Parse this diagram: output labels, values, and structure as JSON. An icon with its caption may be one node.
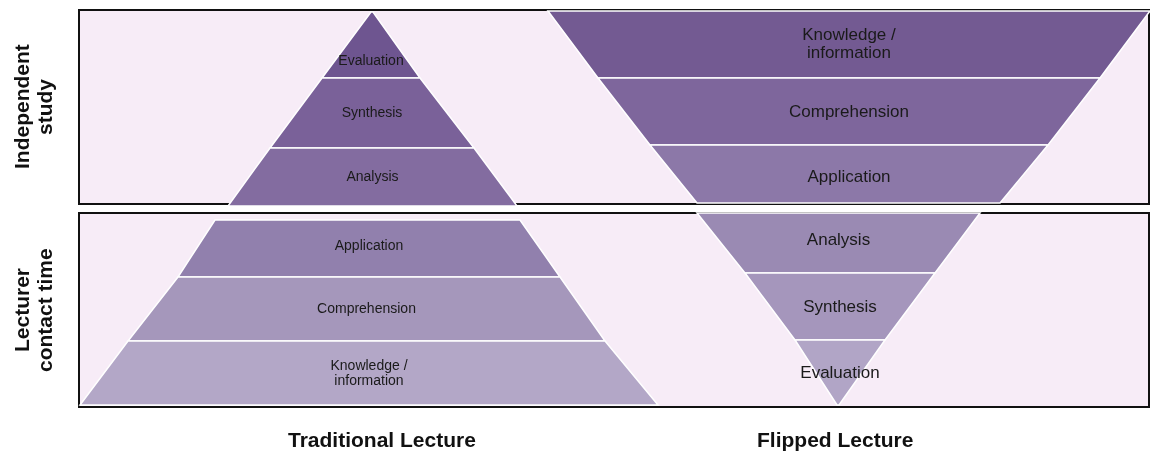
{
  "diagram": {
    "nodes": [
      {
        "text": [
          "Independent study"
        ]
      },
      {
        "text": [
          "Evaluation"
        ],
        "in": 0
      },
      {
        "text": [
          "Synthesis"
        ],
        "in": 0
      },
      {
        "text": [
          "Analysis"
        ],
        "in": 0
      },
      {
        "text": [
          "Knowledge / information"
        ],
        "in": 0
      },
      {
        "text": [
          "Comprehension"
        ],
        "in": 0
      },
      {
        "text": [
          "Application"
        ],
        "in": 0
      },
      {
        "text": [
          "Lecturer contact time"
        ]
      },
      {
        "text": [
          "Application"
        ],
        "in": 7
      },
      {
        "text": [
          "Comprehension"
        ],
        "in": 7
      },
      {
        "text": [
          "Knowledge / information"
        ],
        "in": 7
      },
      {
        "text": [
          "Analysis"
        ],
        "in": 7
      },
      {
        "text": [
          "Synthesis"
        ],
        "in": 7
      },
      {
        "text": [
          "Evaluation"
        ],
        "in": 7
      }
    ],
    "edges": [],
    "labels": [
      "Traditional Lecture",
      "Flipped Lecture"
    ]
  }
}
